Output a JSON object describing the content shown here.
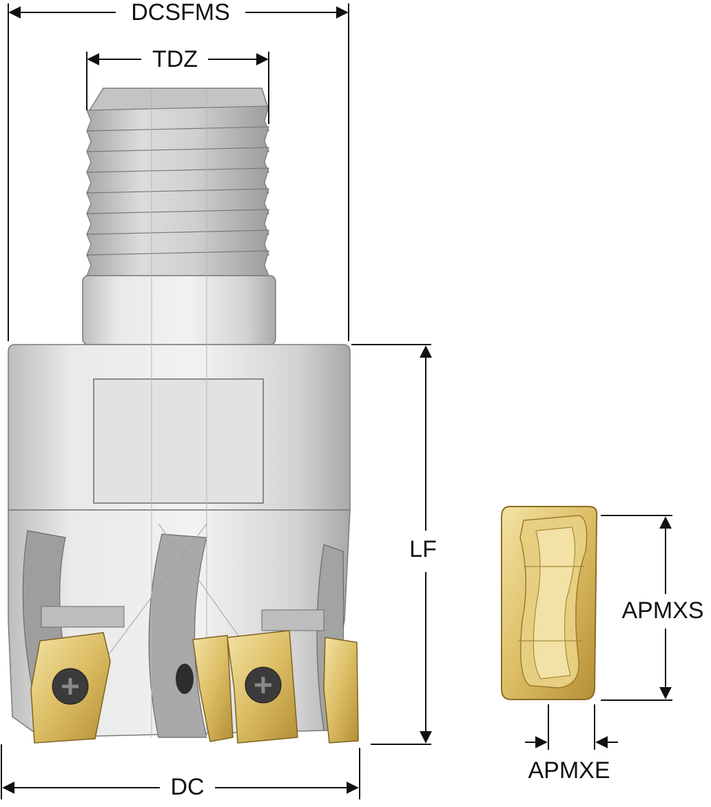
{
  "labels": {
    "dcsfms": "DCSFMS",
    "tdz": "TDZ",
    "lf": "LF",
    "dc": "DC",
    "apmxs": "APMXS",
    "apmxe": "APMXE"
  },
  "colors": {
    "body_light": "#e6e6e6",
    "body_mid": "#c9c9c9",
    "body_dark": "#9a9a9a",
    "insert_gold": "#d7b55a",
    "insert_light": "#f0dc95",
    "insert_dark": "#9c7a2a",
    "line": "#111111"
  }
}
